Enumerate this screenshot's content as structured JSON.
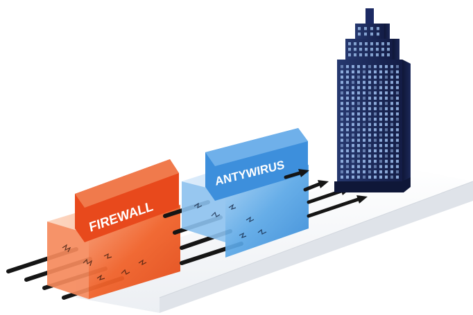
{
  "labels": {
    "firewall": "FIREWALL",
    "antivirus": "ANTYWIRUS"
  },
  "colors": {
    "firewall_front": "#f0622a",
    "firewall_label": "#e8491c",
    "antivirus_front": "#5aa7e6",
    "antivirus_label": "#3d8fdc",
    "arrow": "#151515",
    "tower_face": "#1c2a63",
    "tower_window": "#9fc0ee",
    "ground": "#f1f3f6"
  },
  "icons": {
    "building": "office-tower-icon",
    "arrows": "data-stream-arrows"
  }
}
